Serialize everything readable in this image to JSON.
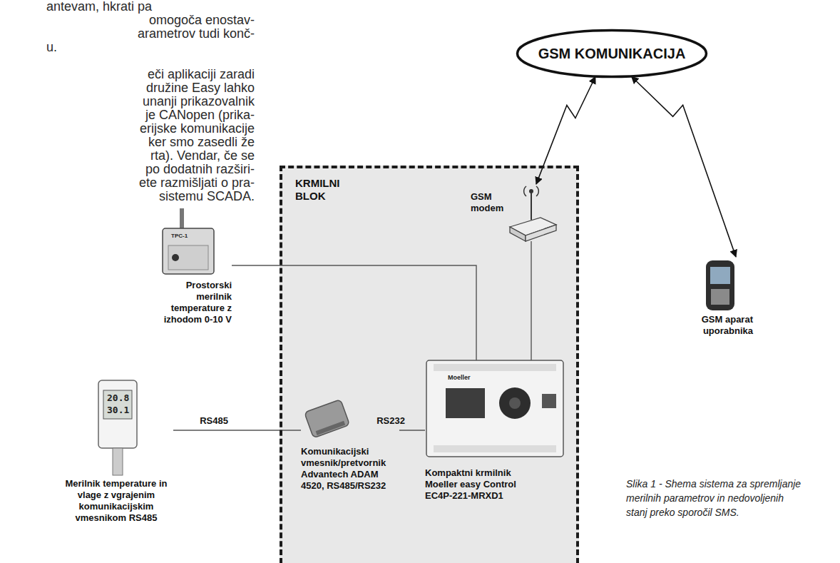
{
  "diagram": {
    "caption": "Slika 1 - Shema sistema za spremljanje merilnih parametrov in nedovoljenih stanj preko sporočil SMS.",
    "nodes": [
      {
        "text": [
          "GSM KOMUNIKACIJA"
        ]
      },
      {
        "text": [
          "KRMILNI BLOK"
        ]
      },
      {
        "text": [
          "GSM modem"
        ],
        "in": 1
      },
      {
        "text": [
          "Prostorski merilnik temperature z izhodom 0-10 V"
        ]
      },
      {
        "text": [
          "Merilnik temperature in vlage z vgrajenim komunikacijskim vmesnikom RS485"
        ]
      },
      {
        "text": [
          "Komunikacijski vmesnik/pretvornik Advantech ADAM 4520, RS485/RS232"
        ],
        "in": 1
      },
      {
        "text": [
          "Kompaktni krmilnik Moeller easy Control EC4P-221-MRXD1"
        ],
        "in": 1
      },
      {
        "text": [
          "GSM aparat uporabnika"
        ]
      }
    ],
    "edges": [
      {
        "from": 0,
        "to": 2,
        "arrow": "both"
      },
      {
        "from": 0,
        "to": 7,
        "arrow": "both"
      },
      {
        "from": 2,
        "to": 6,
        "arrow": "none"
      },
      {
        "from": 3,
        "to": 6,
        "arrow": "none"
      },
      {
        "from": 4,
        "to": 5,
        "label": "RS485",
        "arrow": "none"
      },
      {
        "from": 5,
        "to": 6,
        "label": "RS232",
        "arrow": "none"
      }
    ],
    "labels": [
      "antevam, hkrati pa",
      "omogoča enostav-",
      "arametrov tudi konč-",
      "u.",
      "eči aplikaciji zaradi",
      "družine Easy lahko",
      "unanji prikazovalnik",
      "je CANopen (prika-",
      "erijske komunikacije",
      "ker smo zasedli že",
      "rta). Vendar, če se",
      "po dodatnih razširi-",
      "ete razmišljati o pra-",
      "sistemu SCADA.",
      "TPC-1",
      "20.8",
      "30.1",
      "Moeller"
    ]
  }
}
